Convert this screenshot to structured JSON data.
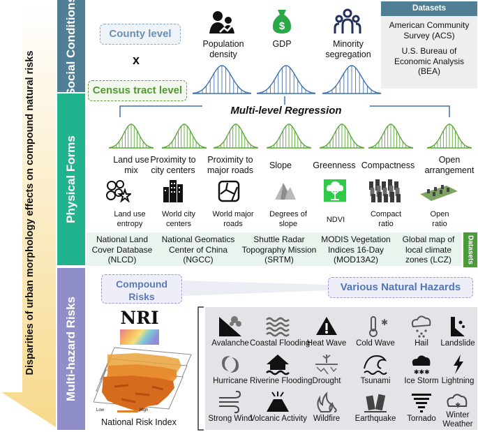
{
  "side_title": "Disparities of urban morphology effects on compound natural risks",
  "sections": {
    "social": "Social Conditions",
    "physical": "Physical Forms",
    "risk": "Multi-hazard Risks"
  },
  "social": {
    "county_level": "County level",
    "census_tract_level": "Census tract level",
    "cross_symbol": "x",
    "variables": [
      {
        "label_1": "Population",
        "label_2": "density",
        "icon": "population-icon"
      },
      {
        "label_1": "GDP",
        "label_2": "",
        "icon": "money-bag-icon"
      },
      {
        "label_1": "Minority",
        "label_2": "segregation",
        "icon": "people-group-icon"
      }
    ],
    "datasets_header": "Datasets",
    "datasets": [
      {
        "l1": "American Community",
        "l2": "Survey (ACS)",
        "l3": ""
      },
      {
        "l1": "U.S. Bureau of",
        "l2": "Economic Analysis",
        "l3": "(BEA)"
      }
    ]
  },
  "regression_label": "Multi-level Regression",
  "physical": {
    "variables": [
      {
        "l1": "Land use",
        "l2": "mix"
      },
      {
        "l1": "Proximity to",
        "l2": "city centers"
      },
      {
        "l1": "Proximity to",
        "l2": "major roads"
      },
      {
        "l1": "Slope",
        "l2": ""
      },
      {
        "l1": "Greenness",
        "l2": ""
      },
      {
        "l1": "Compactness",
        "l2": ""
      },
      {
        "l1": "Open",
        "l2": "arrangement"
      }
    ],
    "measures": [
      {
        "l1": "Land use",
        "l2": "entropy",
        "icon": "entropy-icon"
      },
      {
        "l1": "World city",
        "l2": "centers",
        "icon": "city-buildings-icon"
      },
      {
        "l1": "World major",
        "l2": "roads",
        "icon": "road-map-icon"
      },
      {
        "l1": "Degrees of",
        "l2": "slope",
        "icon": "slope-mountain-icon"
      },
      {
        "l1": "NDVI",
        "l2": "",
        "icon": "tree-icon"
      },
      {
        "l1": "Compact",
        "l2": "ratio",
        "icon": "compact-blocks-icon"
      },
      {
        "l1": "Open",
        "l2": "ratio",
        "icon": "open-blocks-icon"
      }
    ],
    "datasets": [
      {
        "l1": "National Land",
        "l2": "Cover Database",
        "l3": "(NLCD)"
      },
      {
        "l1": "National Geomatics",
        "l2": "Center of China",
        "l3": "(NGCC)"
      },
      {
        "l1": "Shuttle Radar",
        "l2": "Topography Mission",
        "l3": "(SRTM)"
      },
      {
        "l1": "MODIS Vegetation",
        "l2": "Indices 16-Day",
        "l3": "(MOD13A2)"
      },
      {
        "l1": "Global map of",
        "l2": "local climate",
        "l3": "zones (LCZ)"
      }
    ],
    "datasets_tag": "Datasets"
  },
  "risk": {
    "compound_1": "Compound",
    "compound_2": "Risks",
    "various": "Various Natural Hazards",
    "nri_logo": "NRI",
    "nri_caption": "National Risk Index",
    "map_legend_low": "Low",
    "map_legend_high": "High",
    "hazards": [
      {
        "l1": "Avalanche",
        "l2": "",
        "icon": "avalanche-icon"
      },
      {
        "l1": "Coastal Flooding",
        "l2": "",
        "icon": "coastal-flooding-icon"
      },
      {
        "l1": "Heat Wave",
        "l2": "",
        "icon": "heat-wave-icon"
      },
      {
        "l1": "Cold Wave",
        "l2": "",
        "icon": "cold-wave-icon"
      },
      {
        "l1": "Hail",
        "l2": "",
        "icon": "hail-icon"
      },
      {
        "l1": "Landslide",
        "l2": "",
        "icon": "landslide-icon"
      },
      {
        "l1": "Hurricane",
        "l2": "",
        "icon": "hurricane-icon"
      },
      {
        "l1": "Riverine Flooding",
        "l2": "",
        "icon": "riverine-flooding-icon"
      },
      {
        "l1": "Drought",
        "l2": "",
        "icon": "drought-icon"
      },
      {
        "l1": "Tsunami",
        "l2": "",
        "icon": "tsunami-icon"
      },
      {
        "l1": "Ice Storm",
        "l2": "",
        "icon": "ice-storm-icon"
      },
      {
        "l1": "Lightning",
        "l2": "",
        "icon": "lightning-icon"
      },
      {
        "l1": "Strong Wind",
        "l2": "",
        "icon": "strong-wind-icon"
      },
      {
        "l1": "Volcanic Activity",
        "l2": "",
        "icon": "volcano-icon"
      },
      {
        "l1": "Wildfire",
        "l2": "",
        "icon": "wildfire-icon"
      },
      {
        "l1": "Earthquake",
        "l2": "",
        "icon": "earthquake-icon"
      },
      {
        "l1": "Tornado",
        "l2": "",
        "icon": "tornado-icon"
      },
      {
        "l1": "Winter",
        "l2": "Weather",
        "icon": "winter-weather-icon"
      }
    ]
  },
  "colors": {
    "social_bar": "#4f7e95",
    "physical_bar": "#21b38d",
    "risk_bar": "#8f8ec9",
    "curve_blue": "#3d6fb0",
    "curve_green": "#5aa63a"
  }
}
